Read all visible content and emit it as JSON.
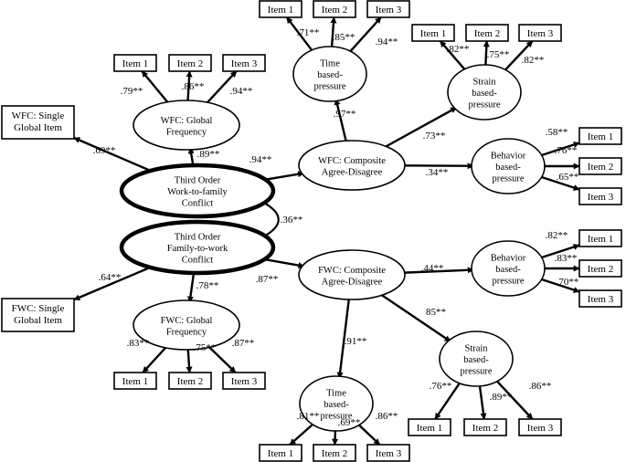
{
  "nodes": {
    "third_wtf": {
      "lines": [
        "Third Order",
        "Work-to-family",
        "Conflict"
      ]
    },
    "third_ftw": {
      "lines": [
        "Third Order",
        "Family-to-work",
        "Conflict"
      ]
    },
    "wfc_global": {
      "lines": [
        "WFC: Global",
        "Frequency"
      ]
    },
    "fwc_global": {
      "lines": [
        "FWC: Global",
        "Frequency"
      ]
    },
    "wfc_single": {
      "lines": [
        "WFC: Single",
        "Global Item"
      ]
    },
    "fwc_single": {
      "lines": [
        "FWC: Single",
        "Global Item"
      ]
    },
    "wfc_comp": {
      "lines": [
        "WFC: Composite",
        "Agree-Disagree"
      ]
    },
    "fwc_comp": {
      "lines": [
        "FWC: Composite",
        "Agree-Disagree"
      ]
    },
    "wfc_time": {
      "lines": [
        "Time",
        "based-",
        "pressure"
      ]
    },
    "wfc_strain": {
      "lines": [
        "Strain",
        "based-",
        "pressure"
      ]
    },
    "wfc_behavior": {
      "lines": [
        "Behavior",
        "based-",
        "pressure"
      ]
    },
    "fwc_behavior": {
      "lines": [
        "Behavior",
        "based-",
        "pressure"
      ]
    },
    "fwc_strain": {
      "lines": [
        "Strain",
        "based-",
        "pressure"
      ]
    },
    "fwc_time": {
      "lines": [
        "Time",
        "based-",
        "pressure"
      ]
    }
  },
  "item_labels": [
    "Item 1",
    "Item 2",
    "Item 3"
  ],
  "loadings": {
    "wfc_global_items": [
      ".79**",
      ".86**",
      ".94**"
    ],
    "wfc_time_items": [
      ".71**",
      ".85**",
      ".94**"
    ],
    "wfc_strain_items": [
      ".82**",
      ".75**",
      ".82**"
    ],
    "wfc_behavior_items": [
      ".58**",
      ".76**",
      ".65**"
    ],
    "fwc_behavior_items": [
      ".82**",
      ".83**",
      ".70**"
    ],
    "fwc_global_items": [
      ".83**",
      ".75**",
      ".87**"
    ],
    "fwc_strain_items": [
      ".76**",
      ".89**",
      ".86**"
    ],
    "fwc_time_items": [
      ".81**",
      ".69**",
      ".86**"
    ],
    "wtf_to_single": ".69**",
    "wtf_to_global": ".89**",
    "wtf_to_comp": ".94**",
    "ftw_to_single": ".64**",
    "ftw_to_global": ".78**",
    "ftw_to_comp": ".87**",
    "wfc_comp_to_time": ".97**",
    "wfc_comp_to_strain": ".73**",
    "wfc_comp_to_behavior": ".34**",
    "fwc_comp_to_behavior": ".44**",
    "fwc_comp_to_strain": "85**",
    "fwc_comp_to_time": ".91**",
    "correlation": ".36**"
  }
}
